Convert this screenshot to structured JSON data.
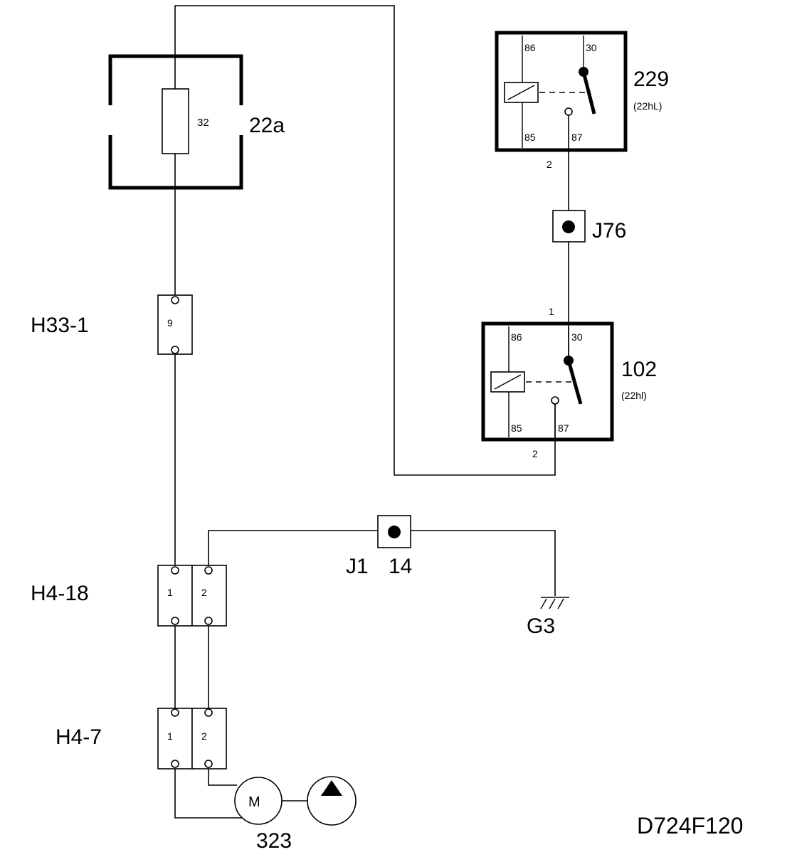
{
  "diagram_id": "D724F120",
  "fuse_block": {
    "label": "22a",
    "fuse_number": "32"
  },
  "relay_229": {
    "label": "229",
    "note": "(22hL)",
    "pins": {
      "p86": "86",
      "p30": "30",
      "p85": "85",
      "p87": "87"
    },
    "below_pin": "2"
  },
  "junction_j76": {
    "label": "J76"
  },
  "relay_102": {
    "label": "102",
    "note": "(22hl)",
    "pins": {
      "p86": "86",
      "p30": "30",
      "p85": "85",
      "p87": "87"
    },
    "top_pin": "1",
    "bottom_pin": "2"
  },
  "connector_h33": {
    "label": "H33-1",
    "pin": "9"
  },
  "connector_h4_18": {
    "label": "H4-18",
    "pin1": "1",
    "pin2": "2"
  },
  "connector_h4_7": {
    "label": "H4-7",
    "pin1": "1",
    "pin2": "2"
  },
  "splice_j1": {
    "label": "J1",
    "pin": "14"
  },
  "ground": {
    "label": "G3"
  },
  "pump_motor": {
    "label": "323",
    "motor_symbol": "M"
  }
}
